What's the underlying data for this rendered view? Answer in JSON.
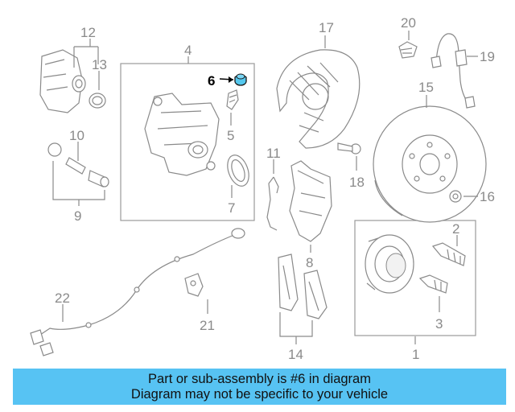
{
  "callouts": {
    "c1": "1",
    "c2": "2",
    "c3": "3",
    "c4": "4",
    "c5": "5",
    "c6": "6",
    "c7": "7",
    "c8": "8",
    "c9": "9",
    "c10": "10",
    "c11": "11",
    "c12": "12",
    "c13": "13",
    "c14": "14",
    "c15": "15",
    "c16": "16",
    "c17": "17",
    "c18": "18",
    "c19": "19",
    "c20": "20",
    "c21": "21",
    "c22": "22"
  },
  "highlight": {
    "part_number": "6",
    "color": "#55c8ee"
  },
  "banner": {
    "line1": "Part or sub-assembly is #6 in diagram",
    "line2": "Diagram may not be specific to your vehicle",
    "color": "#57c3f3"
  }
}
